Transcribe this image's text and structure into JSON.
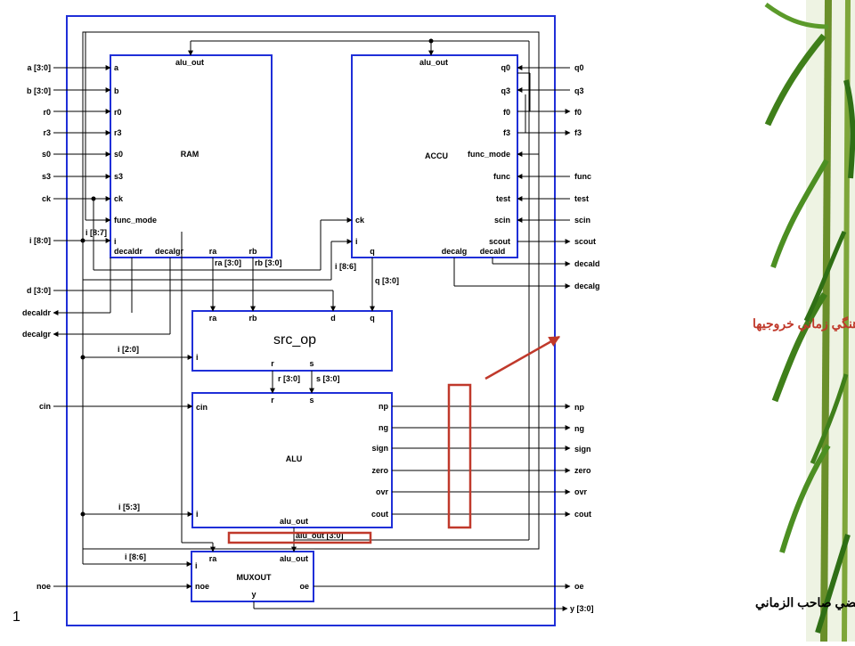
{
  "page_number": "1",
  "author": "مرتضي صاحب الزماني",
  "annotation": "براي هماهنگي زماني خروجيها",
  "blocks": {
    "ram": {
      "name": "RAM",
      "top": "alu_out",
      "left": [
        "a",
        "b",
        "r0",
        "r3",
        "s0",
        "s3",
        "ck",
        "func_mode",
        "i"
      ],
      "bottom": [
        "decaldr",
        "decalgr",
        "ra",
        "rb"
      ]
    },
    "accu": {
      "name": "ACCU",
      "top": "alu_out",
      "right": [
        "q0",
        "q3",
        "f0",
        "f3",
        "func_mode",
        "func",
        "test",
        "scin",
        "scout"
      ],
      "left": [
        "ck",
        "i"
      ],
      "bottom": [
        "q",
        "decalg",
        "decald"
      ]
    },
    "src_op": {
      "name": "src_op",
      "top": [
        "ra",
        "rb",
        "d",
        "q"
      ],
      "left": "i",
      "bottom": [
        "r",
        "s"
      ]
    },
    "alu": {
      "name": "ALU",
      "top": [
        "r",
        "s"
      ],
      "left": [
        "cin",
        "i"
      ],
      "right": [
        "np",
        "ng",
        "sign",
        "zero",
        "ovr",
        "cout"
      ],
      "bottom": "alu_out"
    },
    "muxout": {
      "name": "MUXOUT",
      "top": [
        "ra",
        "alu_out"
      ],
      "left": [
        "i",
        "noe"
      ],
      "right": "oe",
      "bottom": "y"
    }
  },
  "inputs_left": [
    "a [3:0]",
    "b [3:0]",
    "r0",
    "r3",
    "s0",
    "s3",
    "ck",
    "i [8:0]",
    "d [3:0]",
    "cin",
    "noe"
  ],
  "outputs_left": [
    "decaldr",
    "decalgr"
  ],
  "inputs_right": [
    "func",
    "test",
    "scin",
    "q0",
    "q3"
  ],
  "outputs_right": [
    "f0",
    "f3",
    "scout",
    "decald",
    "decalg",
    "np",
    "ng",
    "sign",
    "zero",
    "ovr",
    "cout",
    "oe",
    "y [3:0]"
  ],
  "bus_labels": {
    "i87": "i [8:7]",
    "i86a": "i [8:6]",
    "ra30": "ra [3:0]",
    "rb30": "rb [3:0]",
    "q30": "q [3:0]",
    "i20": "i [2:0]",
    "r30": "r [3:0]",
    "s30": "s [3:0]",
    "i53": "i [5:3]",
    "i86b": "i [8:6]",
    "aluout30": "alu_out [3:0]"
  }
}
